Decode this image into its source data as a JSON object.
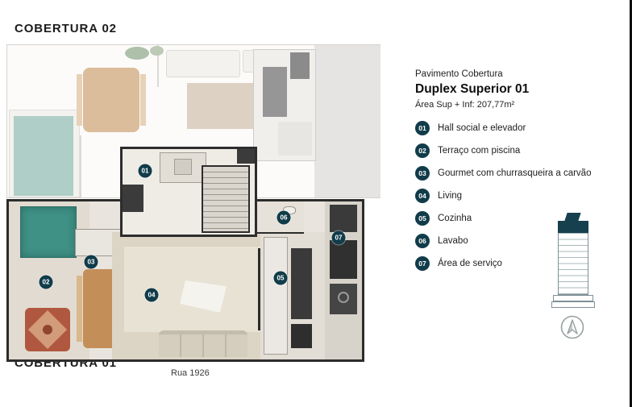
{
  "page": {
    "title_top": "COBERTURA 02",
    "title_bottom": "COBERTURA 01",
    "street_label": "Rua 1926"
  },
  "info": {
    "kicker": "Pavimento Cobertura",
    "title": "Duplex Superior 01",
    "area": "Área Sup + Inf: 207,77m²"
  },
  "legend": {
    "items": [
      {
        "number": "01",
        "label": "Hall social e elevador"
      },
      {
        "number": "02",
        "label": "Terraço com piscina"
      },
      {
        "number": "03",
        "label": "Gourmet com churrasqueira a carvão"
      },
      {
        "number": "04",
        "label": "Living"
      },
      {
        "number": "05",
        "label": "Cozinha"
      },
      {
        "number": "06",
        "label": "Lavabo"
      },
      {
        "number": "07",
        "label": "Área de serviço"
      }
    ]
  },
  "plan": {
    "badges": [
      {
        "number": "01"
      },
      {
        "number": "02"
      },
      {
        "number": "03"
      },
      {
        "number": "04"
      },
      {
        "number": "05"
      },
      {
        "number": "06"
      },
      {
        "number": "07"
      }
    ]
  },
  "icons": {
    "building": "building-elevation-icon",
    "compass": "north-compass-icon"
  },
  "colors": {
    "badge": "#113c4a",
    "accent_dark": "#16404e",
    "pool_upper": "#7fb1a8",
    "pool_lower": "#3f9085",
    "wood": "#c6945e",
    "terracotta": "#b0583f",
    "wall": "#2c2c2c"
  }
}
